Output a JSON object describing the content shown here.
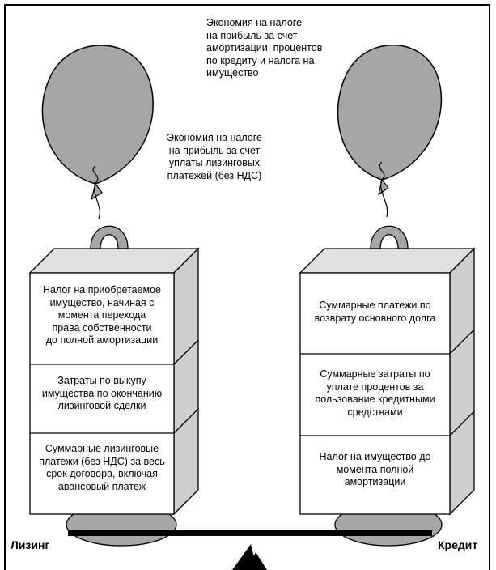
{
  "top_annotation": "Экономия на налоге\nна прибыль за счет\nамортизации, процентов\nпо кредиту и налога на\nимущество",
  "mid_annotation": "Экономия на налоге\nна прибыль за счет\nуплаты лизинговых\nплатежей (без НДС)",
  "left_blocks": [
    "Налог на приобретаемое\nимущество, начиная с\nмомента перехода\nправа собственности\nдо полной амортизации",
    "Затраты по выкупу\nимущества по окончанию\nлизинговой сделки",
    "Суммарные лизинговые\nплатежи (без НДС) за весь\nсрок договора, включая\nавансовый платеж"
  ],
  "right_blocks": [
    "Суммарные платежи по\nвозврату основного долга",
    "Суммарные затраты по\nуплате процентов за\nпользование кредитными\nсредствами",
    "Налог на имущество до\nмомента полной\nамортизации"
  ],
  "label_left": "Лизинг",
  "label_right": "Кредит",
  "colors": {
    "balloon": "#a6a6a6",
    "block": "#ffffff",
    "block_side": "#e0e0e0",
    "outline": "#000000"
  }
}
